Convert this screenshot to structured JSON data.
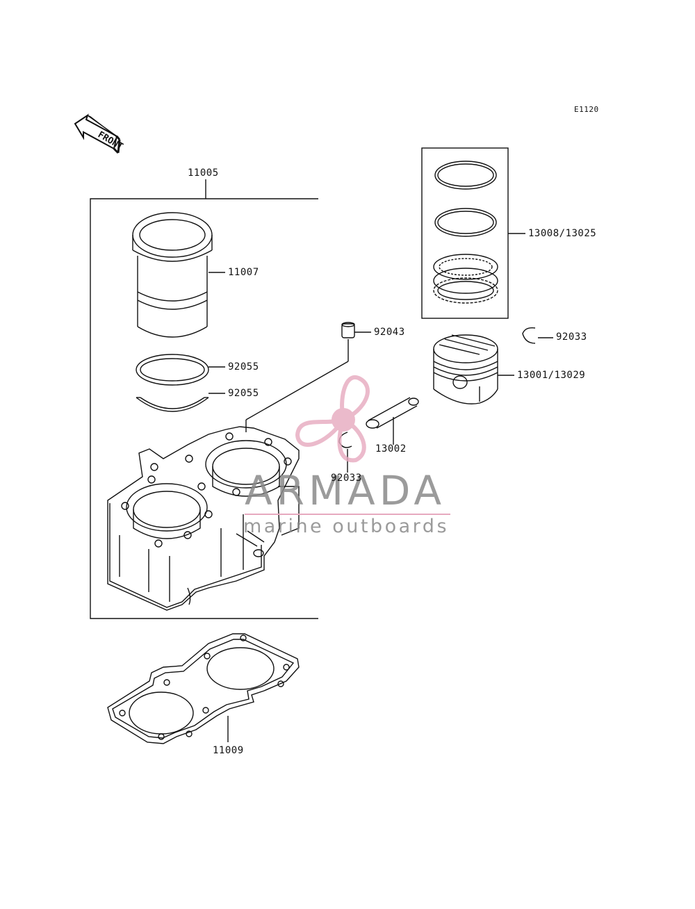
{
  "diagram_code": "E1120",
  "front_arrow": {
    "text": "FRONT",
    "icon": "front-direction-arrow-icon"
  },
  "watermark": {
    "title": "ARMADA",
    "subtitle": "marine outboards",
    "logo_icon": "propeller-logo-icon",
    "logo_color": "#e7a9bf"
  },
  "parts": [
    {
      "number": "11005"
    },
    {
      "number": "11007"
    },
    {
      "number": "92055"
    },
    {
      "number": "92055"
    },
    {
      "number": "92043"
    },
    {
      "number": "13008/13025"
    },
    {
      "number": "92033"
    },
    {
      "number": "13001/13029"
    },
    {
      "number": "13002"
    },
    {
      "number": "92033"
    },
    {
      "number": "11009"
    }
  ],
  "colors": {
    "line": "#111111",
    "watermark_text": "#8a8a8a",
    "watermark_rule": "#e7a9bf"
  }
}
